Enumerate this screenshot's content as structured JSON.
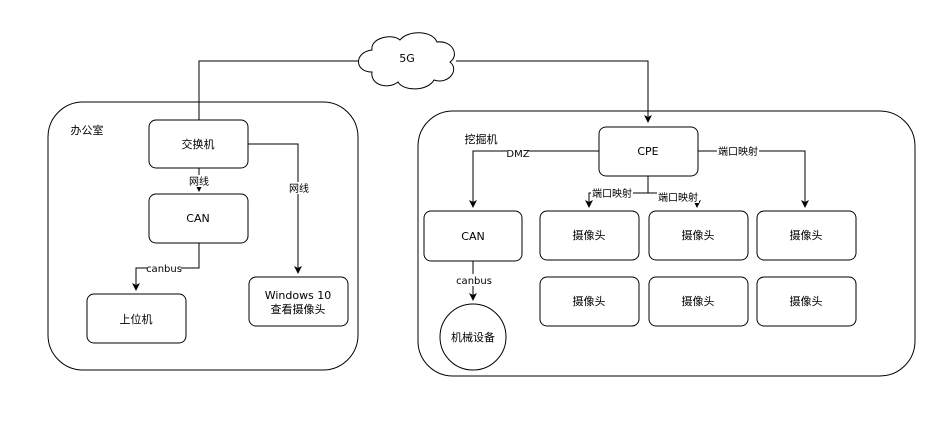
{
  "cloud": {
    "label": "5G"
  },
  "office": {
    "title": "办公室",
    "switch": "交换机",
    "can": "CAN",
    "host": "上位机",
    "windows_line1": "Windows 10",
    "windows_line2": "查看摄像头",
    "edge_switch_can": "网线",
    "edge_switch_windows": "网线",
    "edge_can_host": "canbus"
  },
  "excavator": {
    "title": "挖掘机",
    "cpe": "CPE",
    "can": "CAN",
    "machine": "机械设备",
    "edge_cpe_can": "DMZ",
    "edge_can_machine": "canbus",
    "edge_port_map_1": "端口映射",
    "edge_port_map_2": "端口映射",
    "edge_port_map_3": "端口映射",
    "cameras": [
      "摄像头",
      "摄像头",
      "摄像头",
      "摄像头",
      "摄像头",
      "摄像头"
    ]
  }
}
